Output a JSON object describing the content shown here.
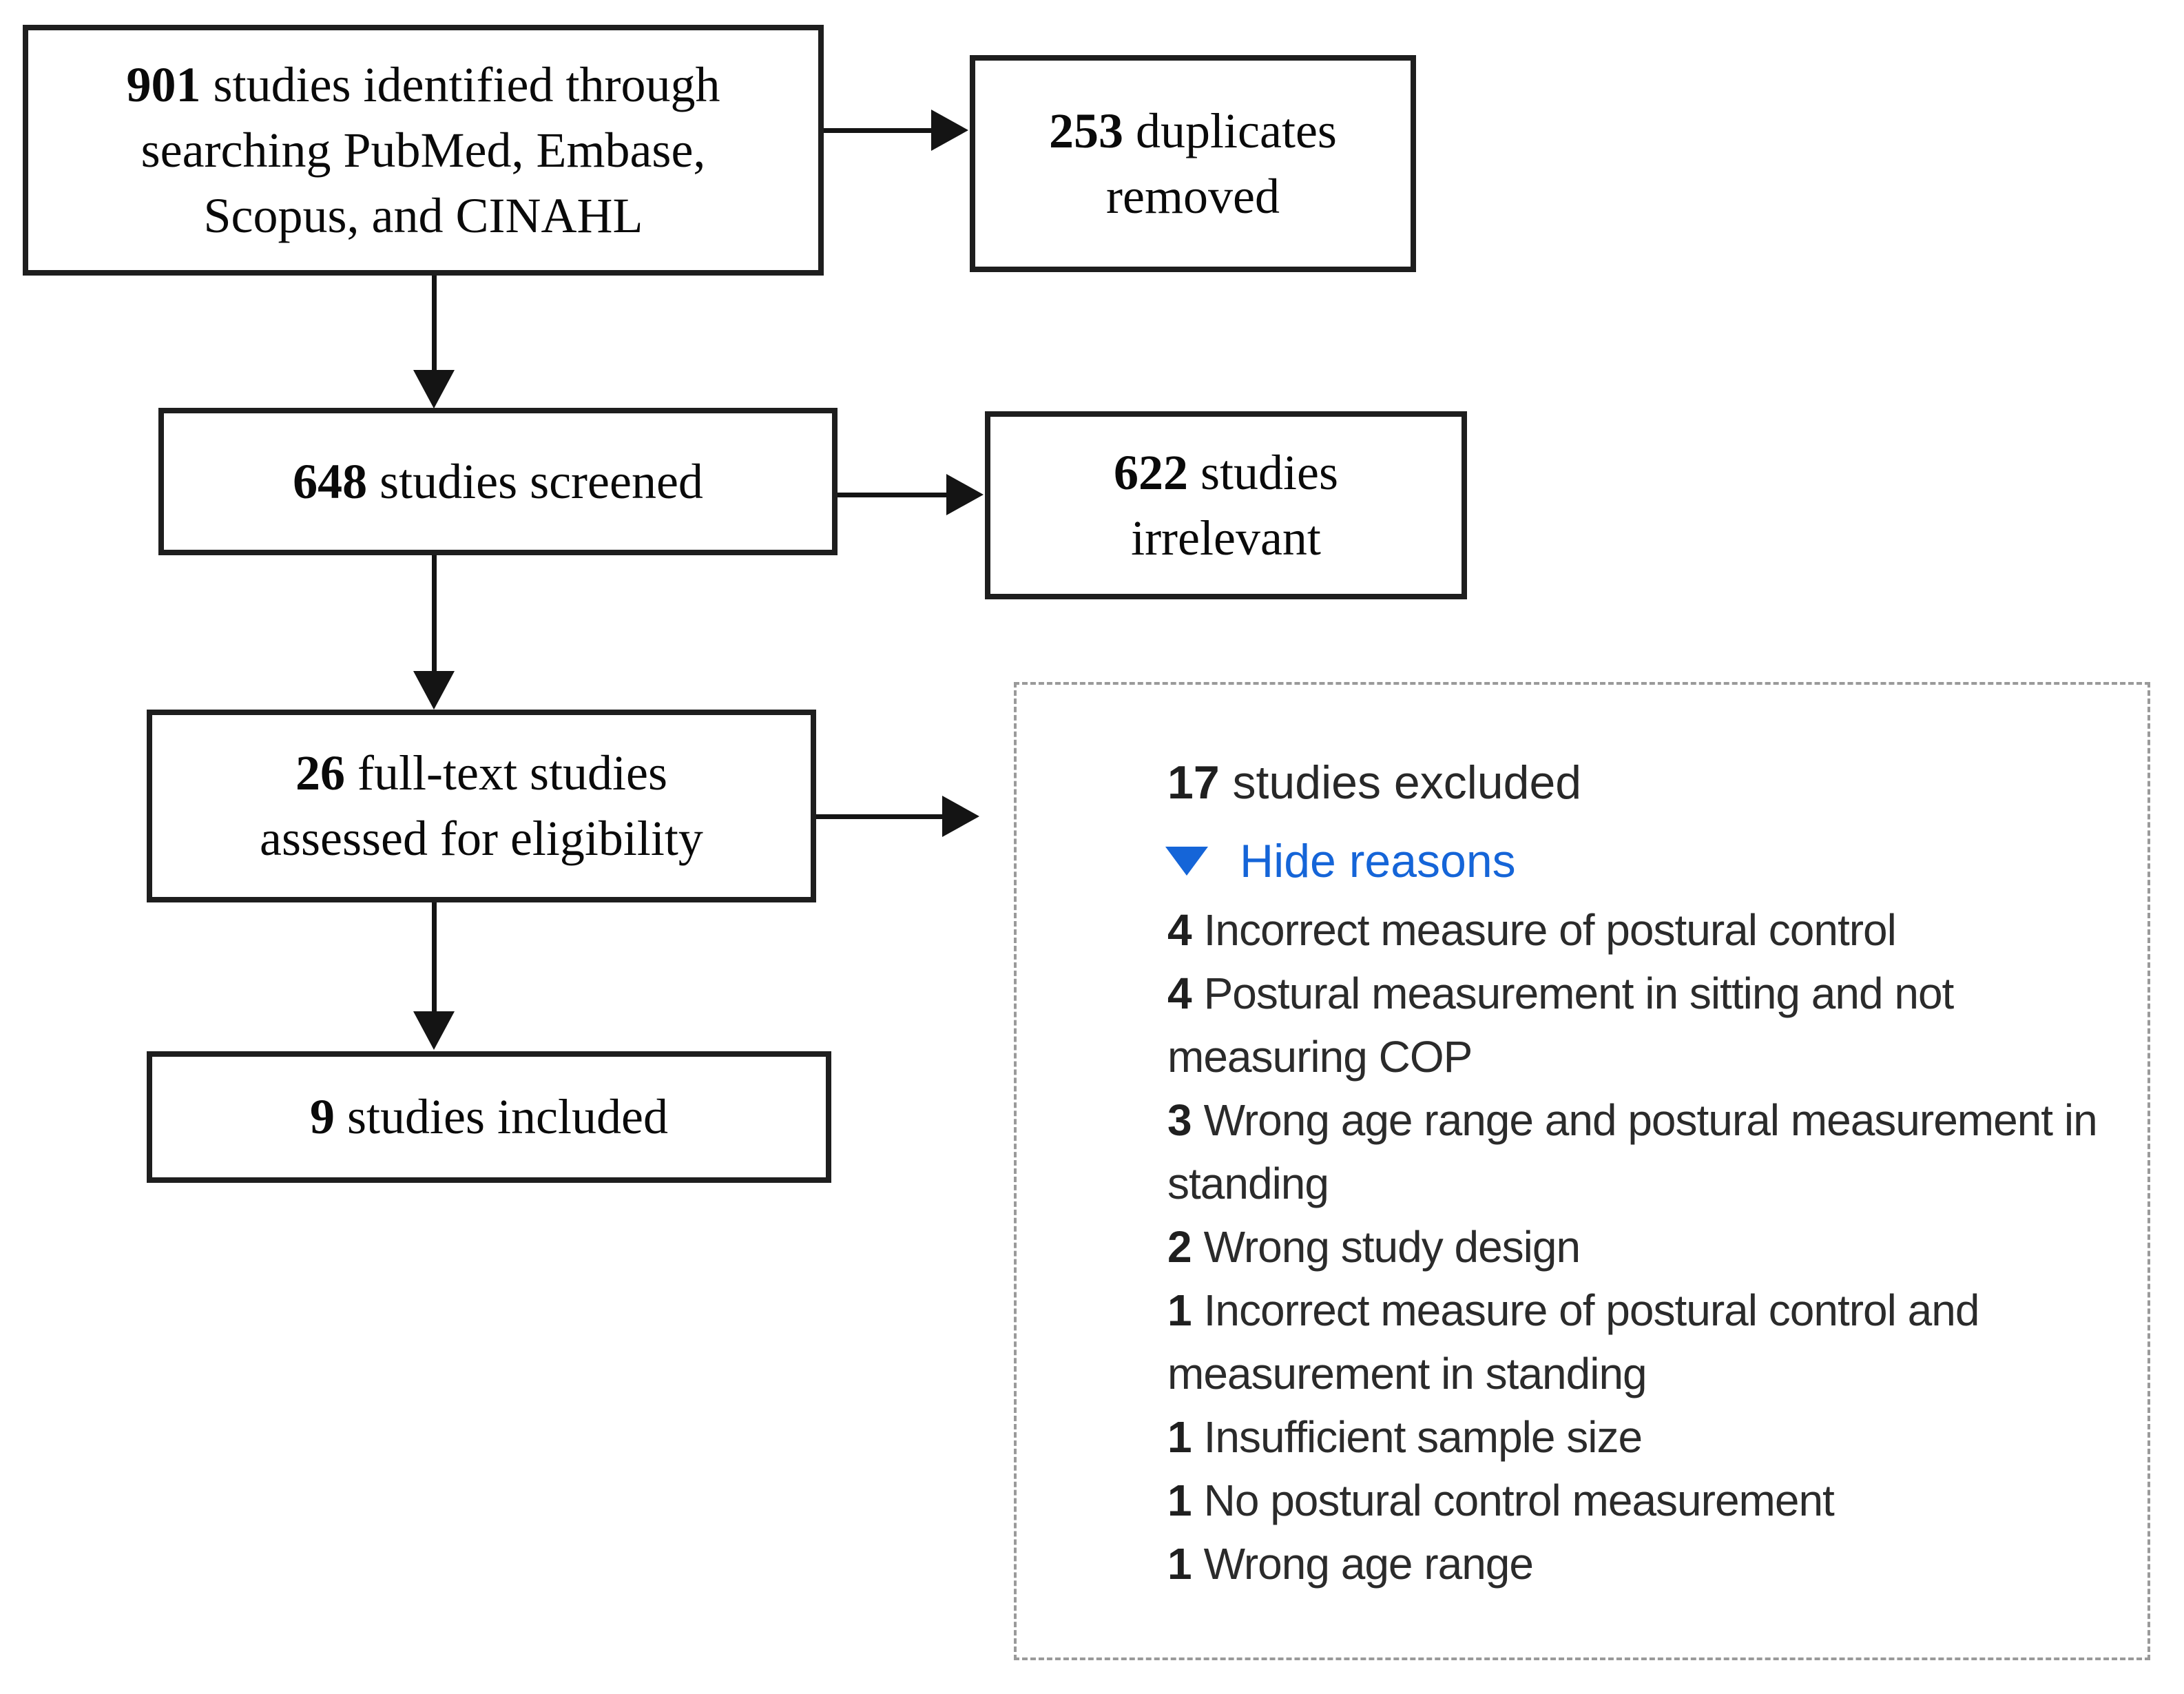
{
  "flow": {
    "box_901": {
      "number": "901",
      "line1": " studies identified through",
      "line2": "searching PubMed, Embase,",
      "line3": "Scopus, and CINAHL"
    },
    "box_253": {
      "number": "253",
      "line1": " duplicates",
      "line2": "removed"
    },
    "box_648": {
      "number": "648",
      "line1": " studies screened"
    },
    "box_622": {
      "number": "622",
      "line1": " studies",
      "line2": "irrelevant"
    },
    "box_26": {
      "number": "26",
      "line1": " full-text studies",
      "line2": "assessed for eligibility"
    },
    "box_9": {
      "number": "9",
      "line1": " studies included"
    }
  },
  "exclusion_panel": {
    "heading": {
      "number": "17",
      "text": " studies excluded"
    },
    "toggle": {
      "icon": "triangle-down-icon",
      "label": "Hide reasons"
    },
    "reasons": [
      {
        "count": "4",
        "text": "Incorrect measure of postural control"
      },
      {
        "count": "4",
        "text": "Postural measurement in sitting and not measuring COP"
      },
      {
        "count": "3",
        "text": "Wrong age range and postural measurement in standing"
      },
      {
        "count": "2",
        "text": "Wrong study design"
      },
      {
        "count": "1",
        "text": "Incorrect measure of postural control and measurement in standing"
      },
      {
        "count": "1",
        "text": "Insufficient sample size"
      },
      {
        "count": "1",
        "text": "No postural control measurement"
      },
      {
        "count": "1",
        "text": "Wrong age range"
      }
    ]
  },
  "colors": {
    "accent_blue": "#1565d8",
    "box_border": "#1e1e1e",
    "arrow": "#141414",
    "dashed_border": "#9a9a9a",
    "text": "#282828"
  }
}
